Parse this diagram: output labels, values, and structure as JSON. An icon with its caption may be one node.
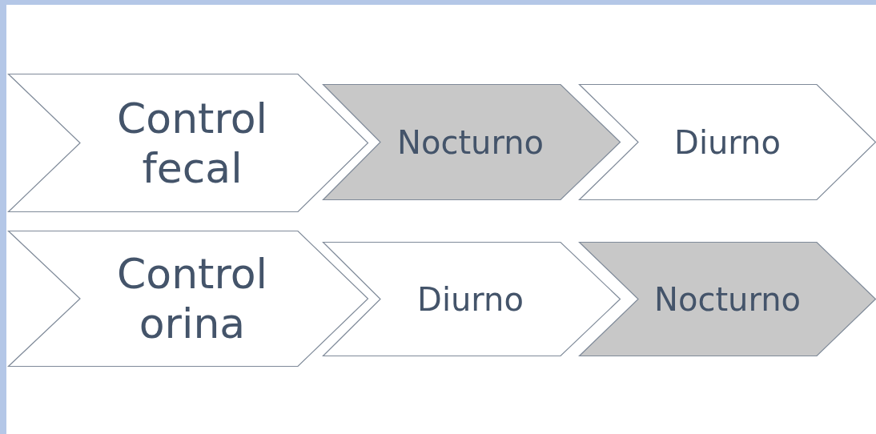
{
  "diagram": {
    "nodes": [
      {
        "text": [
          "Control fecal"
        ]
      },
      {
        "text": [
          "Nocturno"
        ]
      },
      {
        "text": [
          "Diurno"
        ]
      },
      {
        "text": [
          "Control orina"
        ]
      },
      {
        "text": [
          "Diurno"
        ]
      },
      {
        "text": [
          "Nocturno"
        ]
      }
    ]
  }
}
